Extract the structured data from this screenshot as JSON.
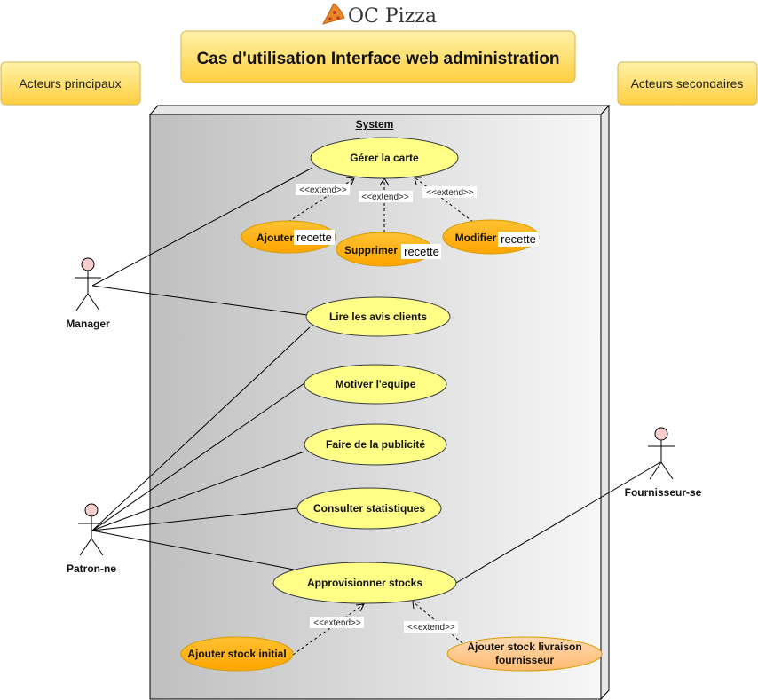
{
  "logo": {
    "text": "OC Pizza"
  },
  "title": "Cas d'utilisation Interface web administration",
  "actor_boxes": {
    "primary": "Acteurs principaux",
    "secondary": "Acteurs secondaires"
  },
  "system": {
    "label": "System"
  },
  "actors": {
    "manager": "Manager",
    "patron": "Patron-ne",
    "fournisseur": "Fournisseur-se"
  },
  "use_cases": {
    "gerer_carte": "Gérer la carte",
    "ajouter_recette_a": "Ajouter",
    "ajouter_recette_b": "recette",
    "supprimer_recette_a": "Supprimer",
    "supprimer_recette_b": "recette",
    "modifier_recette_a": "Modifier",
    "modifier_recette_b": "recette",
    "lire_avis": "Lire les avis clients",
    "motiver": "Motiver l'equipe",
    "publicite": "Faire de la publicité",
    "statistiques": "Consulter statistiques",
    "approvisionner": "Approvisionner stocks",
    "stock_initial": "Ajouter stock initial",
    "stock_livraison_1": "Ajouter stock  livraison",
    "stock_livraison_2": "fournisseur"
  },
  "extend_label": "<<extend>>",
  "colors": {
    "uc_fill": "#ffff88",
    "uc_orange": "#ffb30f",
    "uc_peach": "#ffcc99",
    "box_fill": "#ffd966",
    "system_dark": "#c0c0c0",
    "system_light": "#f5f5f5",
    "actor_head": "#f8cecc"
  }
}
